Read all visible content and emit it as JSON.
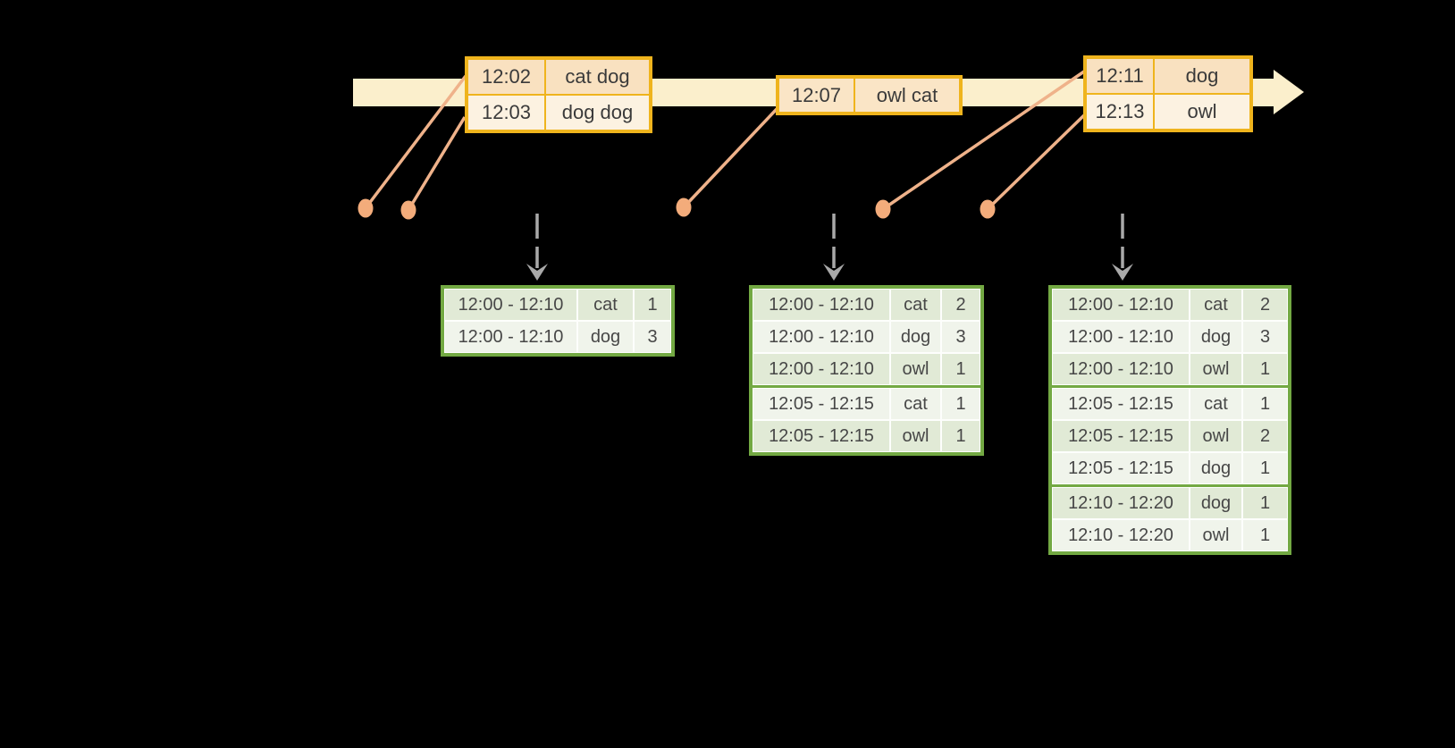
{
  "diagram": {
    "description_visible_text_only": true,
    "event_stream": {
      "batches": [
        {
          "rows": [
            [
              "12:02",
              "cat dog"
            ],
            [
              "12:03",
              "dog dog"
            ]
          ]
        },
        {
          "rows": [
            [
              "12:07",
              "owl cat"
            ]
          ]
        },
        {
          "rows": [
            [
              "12:11",
              "dog"
            ],
            [
              "12:13",
              "owl"
            ]
          ]
        }
      ]
    },
    "result_tables": [
      {
        "rows": [
          [
            "12:00 - 12:10",
            "cat",
            "1"
          ],
          [
            "12:00 - 12:10",
            "dog",
            "3"
          ]
        ]
      },
      {
        "rows": [
          [
            "12:00 - 12:10",
            "cat",
            "2"
          ],
          [
            "12:00 - 12:10",
            "dog",
            "3"
          ],
          [
            "12:00 - 12:10",
            "owl",
            "1"
          ],
          [
            "12:05 - 12:15",
            "cat",
            "1"
          ],
          [
            "12:05 - 12:15",
            "owl",
            "1"
          ]
        ]
      },
      {
        "rows": [
          [
            "12:00 - 12:10",
            "cat",
            "2"
          ],
          [
            "12:00 - 12:10",
            "dog",
            "3"
          ],
          [
            "12:00 - 12:10",
            "owl",
            "1"
          ],
          [
            "12:05 - 12:15",
            "cat",
            "1"
          ],
          [
            "12:05 - 12:15",
            "owl",
            "2"
          ],
          [
            "12:05 - 12:15",
            "dog",
            "1"
          ],
          [
            "12:10 - 12:20",
            "dog",
            "1"
          ],
          [
            "12:10 - 12:20",
            "owl",
            "1"
          ]
        ]
      }
    ],
    "palette": {
      "background": "#000000",
      "timeline_band": "#FBEFCC",
      "event_table_border": "#EFB41D",
      "event_row_a": "#F9E1C0",
      "event_row_b": "#FCF2E1",
      "event_row_single": "#FAE5C6",
      "connector_line": "#EFB28A",
      "event_dot": "#F3AC7B",
      "trigger_arrow": "#A9A9A9",
      "result_table_border": "#73A943",
      "result_row_a": "#E1EAD6",
      "result_row_b": "#F0F4EB",
      "text": "#3A3A3A"
    }
  }
}
